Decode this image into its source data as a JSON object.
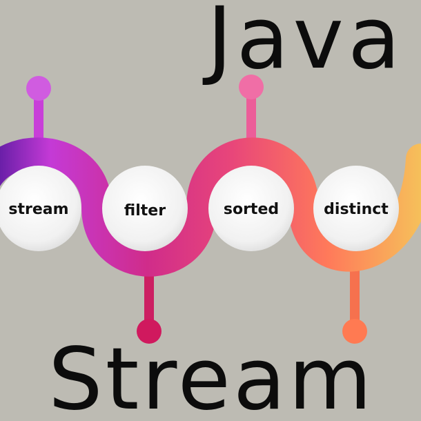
{
  "title": {
    "line1": "Java",
    "line2": "Stream"
  },
  "steps": [
    {
      "label": "stream"
    },
    {
      "label": "filter"
    },
    {
      "label": "sorted"
    },
    {
      "label": "distinct"
    }
  ],
  "colors": {
    "background": "#bdbbb3",
    "text": "#0c0c0c",
    "gradient": [
      "#6a1fa8",
      "#c43ad6",
      "#d02c8a",
      "#e8467a",
      "#f46a6a",
      "#ff8a54",
      "#f6b85a"
    ],
    "node_fill": "#f4f4f4"
  }
}
